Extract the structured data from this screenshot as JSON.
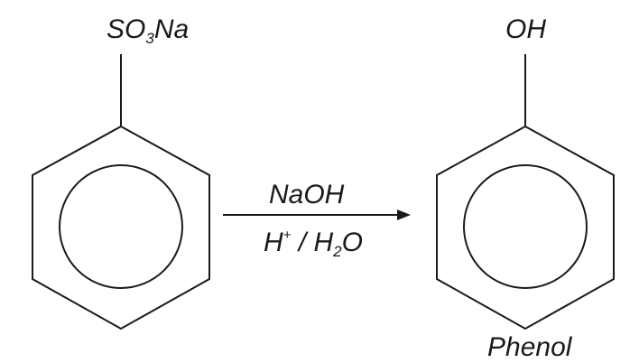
{
  "reactant": {
    "substituent": {
      "part1": "SO",
      "sub": "3",
      "part2": "Na"
    }
  },
  "reagents": {
    "above": "NaOH",
    "below": {
      "h": "H",
      "plus": "+",
      "slash": " / ",
      "h2": "H",
      "sub": "2",
      "o": "O"
    }
  },
  "product": {
    "substituent": "OH",
    "name": "Phenol"
  }
}
